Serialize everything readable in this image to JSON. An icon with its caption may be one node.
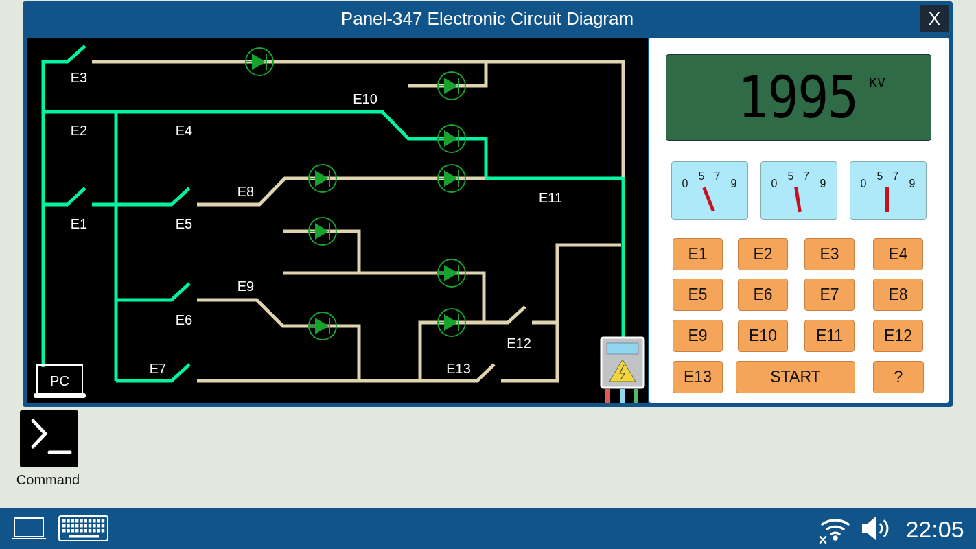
{
  "diagram": {
    "title": "Panel-347 Electronic Circuit Diagram",
    "labels": [
      "X",
      "E3",
      "E10",
      "E2",
      "E4",
      "E8",
      "E11",
      "E1",
      "E5",
      "E9",
      "E6",
      "E12",
      "E7",
      "E13",
      "PC",
      "1995",
      "KV",
      "0",
      "5",
      "7",
      "9",
      "0",
      "5",
      "7",
      "9",
      "0",
      "5",
      "7",
      "9",
      "E1",
      "E2",
      "E3",
      "E4",
      "E5",
      "E6",
      "E7",
      "E8",
      "E9",
      "E10",
      "E11",
      "E12",
      "E13",
      "START",
      "?",
      "Command",
      "22:05"
    ]
  }
}
